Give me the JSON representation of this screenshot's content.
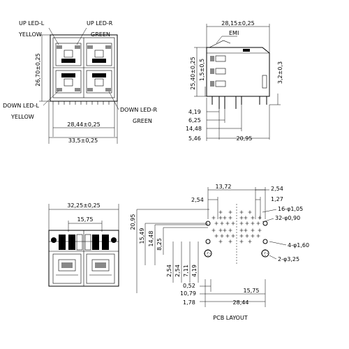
{
  "labels": {
    "up_led_l": "UP LED-L",
    "yellow_top": "YELLOW",
    "up_led_r": "UP LED-R",
    "green_top": "GREEN",
    "down_led_l": "DOWN LED-L",
    "yellow_bottom": "YELLOW",
    "down_led_r": "DOWN LED-R",
    "green_bottom": "GREEN",
    "emi": "EMI",
    "pcb_layout": "PCB LAYOUT"
  },
  "front_view": {
    "height": "26,70±0,25",
    "inner_width": "28,44±0,25",
    "outer_width": "33,5±0,25"
  },
  "side_view": {
    "width": "28,15±0,25",
    "height": "25,40±0,25",
    "small_h": "1,5±0,5",
    "lead": "3,2±0,3",
    "d1": "4,19",
    "d2": "6,25",
    "d3": "14,48",
    "d4": "5,46",
    "d5": "20,95"
  },
  "bottom_view": {
    "width": "32,25±0,25",
    "inner": "15,75"
  },
  "pcb": {
    "top1": "13,72",
    "top2": "2,54",
    "top3": "2,54",
    "top4": "1,27",
    "holes1": "16-φ1,05",
    "holes2": "32-φ0,90",
    "holes3": "4-φ1,60",
    "holes4": "2-φ3,25",
    "v1": "20,95",
    "v2": "15,49",
    "v3": "14,48",
    "v4": "8,25",
    "v5": "2,54",
    "v6": "2,54",
    "v7": "7,11",
    "v8": "4,19",
    "h1": "0,52",
    "h2": "10,79",
    "h3": "15,75",
    "h4": "1,78",
    "h5": "28,44"
  }
}
